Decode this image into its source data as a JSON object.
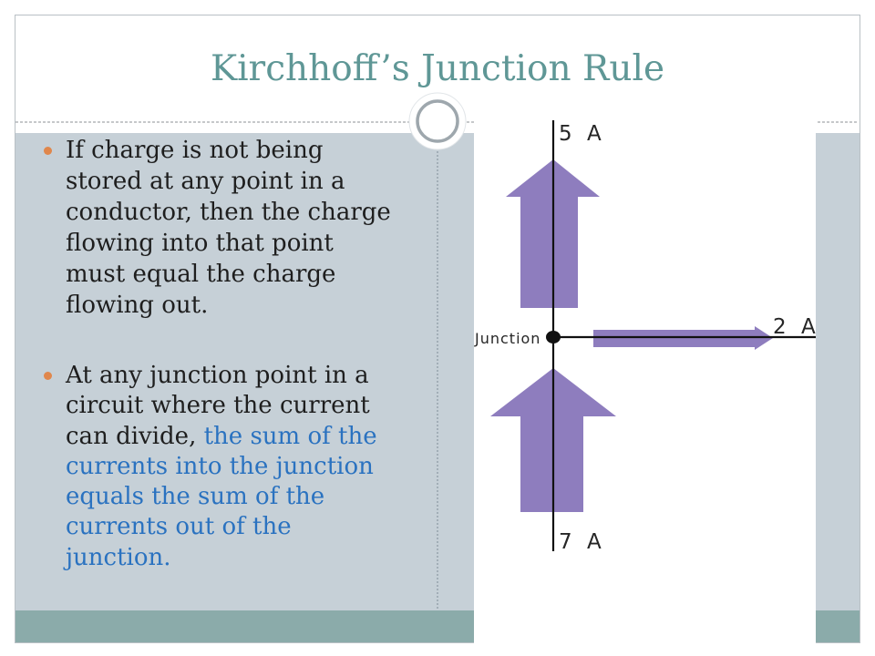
{
  "slide": {
    "title": "Kirchhoff’s Junction Rule"
  },
  "bullets": [
    {
      "lines": [
        "If charge is not being",
        "stored at any point in a",
        "conductor, then the charge",
        "flowing into that point",
        "must equal the charge",
        "flowing out."
      ]
    },
    {
      "lines": [
        "At any junction point in a",
        "circuit where the current",
        "can divide,"
      ],
      "highlight_lines": [
        "the sum of the",
        "currents into the junction",
        "equals the sum of the",
        "currents out of the",
        "junction."
      ]
    }
  ],
  "diagram": {
    "junction_label": "Junction",
    "top_current": "5 A",
    "right_current": "2 A",
    "bottom_current": "7 A"
  },
  "colors": {
    "title": "#5F9796",
    "text": "#1E1E1E",
    "highlight": "#2A72C0",
    "bullet": "#E0874C",
    "panel": "#C6D0D7",
    "footer_band": "#8BABAA",
    "arrow": "#8E7DBE",
    "diagram_line": "#111111"
  }
}
